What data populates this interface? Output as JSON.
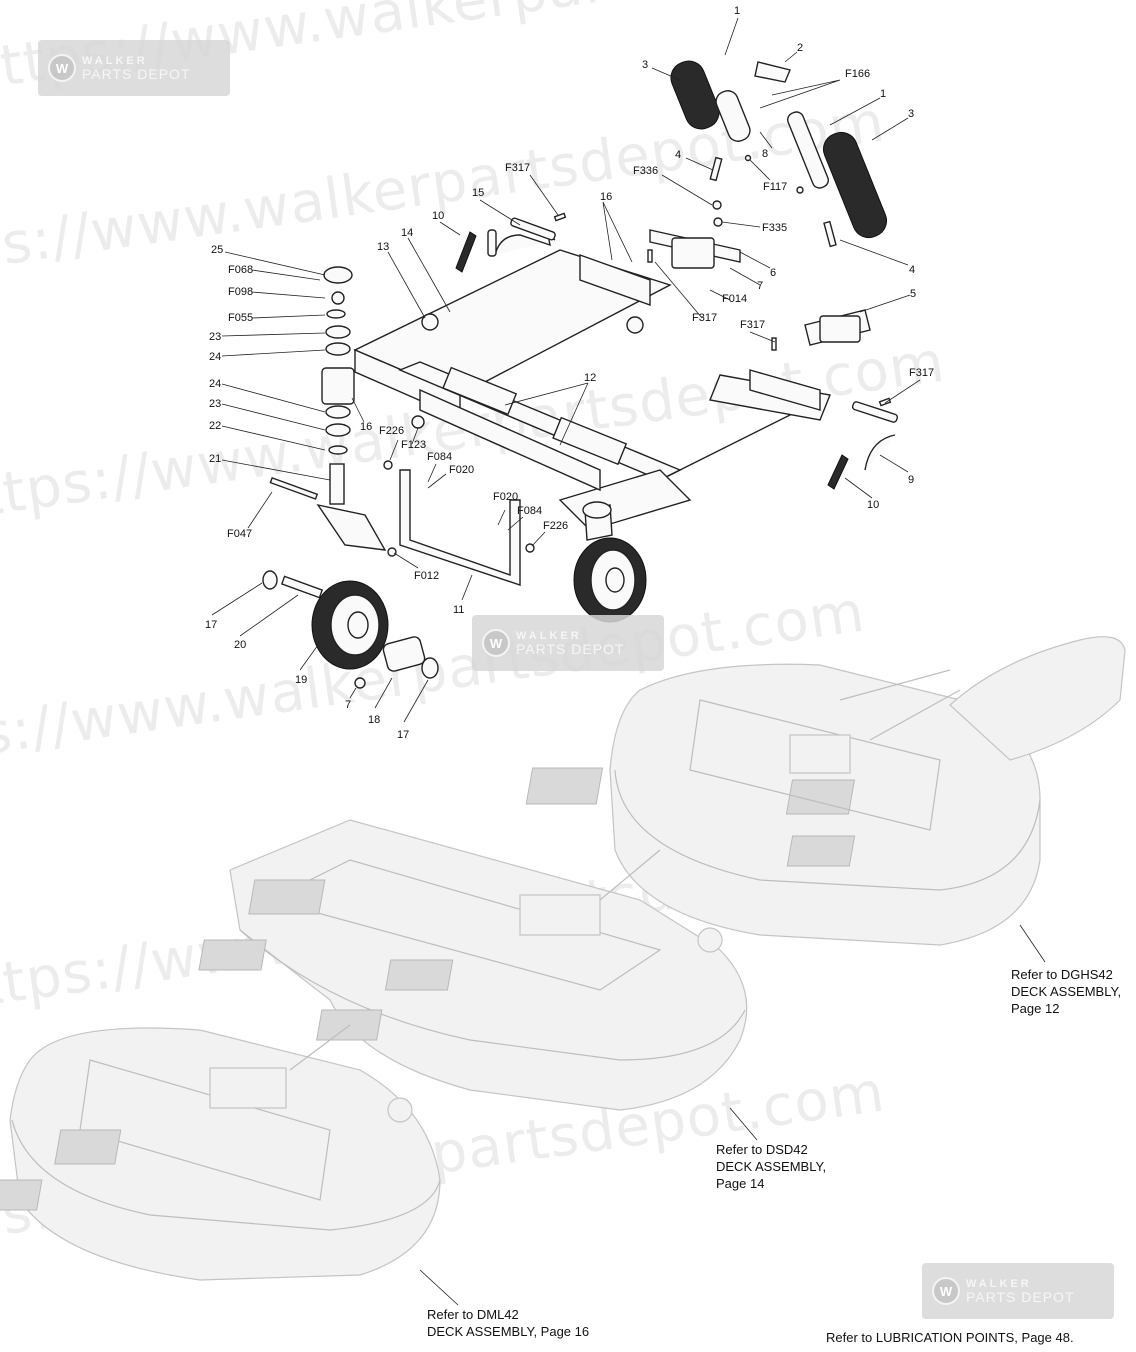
{
  "watermark": {
    "text": "https://www.walkerpartsdepot.com"
  },
  "logo": {
    "line1": "WALKER",
    "line2": "PARTS DEPOT",
    "mark": "W"
  },
  "callouts": [
    "1",
    "2",
    "3",
    "F166",
    "1",
    "3",
    "4",
    "8",
    "F336",
    "F117",
    "F335",
    "4",
    "F317",
    "15",
    "16",
    "10",
    "25",
    "13",
    "14",
    "F068",
    "F098",
    "F055",
    "23",
    "24",
    "6",
    "7",
    "F014",
    "5",
    "F317",
    "F317",
    "12",
    "24",
    "23",
    "22",
    "16",
    "F226",
    "F123",
    "F084",
    "F020",
    "21",
    "F317",
    "9",
    "10",
    "F047",
    "F020",
    "F084",
    "F226",
    "F012",
    "11",
    "17",
    "20",
    "19",
    "7",
    "18",
    "17"
  ],
  "references": {
    "dghs": {
      "line1": "Refer to DGHS42",
      "line2": "DECK ASSEMBLY,",
      "line3": "Page 12"
    },
    "dsd": {
      "line1": "Refer to DSD42",
      "line2": "DECK ASSEMBLY,",
      "line3": "Page 14"
    },
    "dml": {
      "line1": "Refer to DML42",
      "line2": "DECK ASSEMBLY, Page 16"
    },
    "lube": "Refer to LUBRICATION POINTS, Page 48."
  }
}
